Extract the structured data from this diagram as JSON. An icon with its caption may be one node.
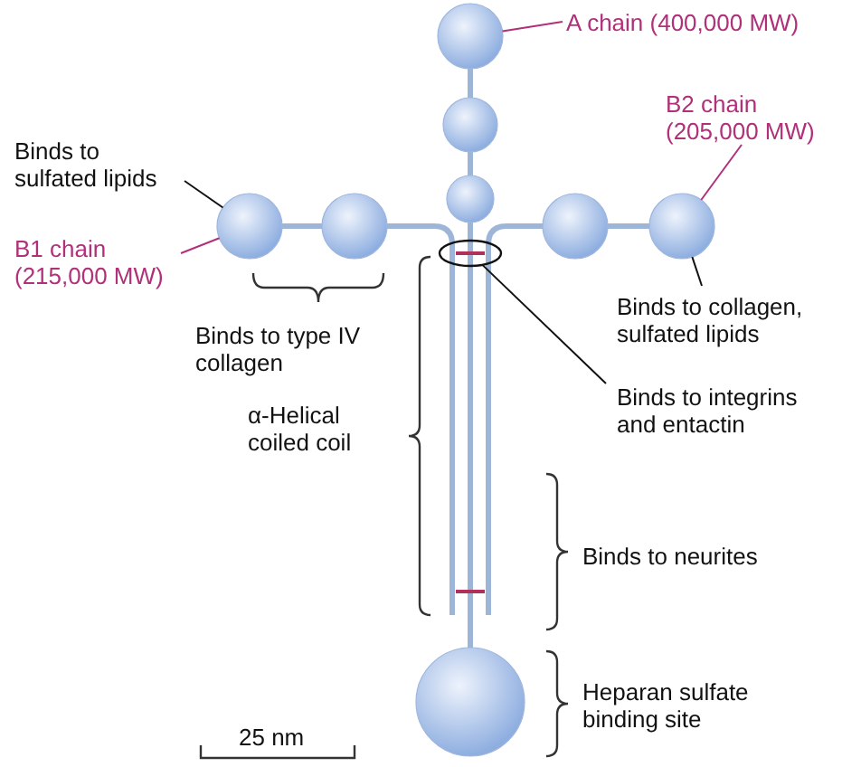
{
  "diagram": {
    "nodes": [
      {
        "text": [
          "Binds to sulfated lipids"
        ]
      },
      {
        "text": [
          "B1 chain (215,000 MW)"
        ]
      },
      {
        "text": [],
        "shape": "circle"
      },
      {
        "text": [
          "A chain (400,000 MW)"
        ]
      },
      {
        "text": [],
        "shape": "circle"
      },
      {
        "text": [
          "B2 chain (205,000 MW)"
        ]
      },
      {
        "text": [],
        "shape": "circle"
      },
      {
        "text": [
          "Binds to collagen, sulfated lipids"
        ]
      },
      {
        "text": [],
        "shape": "ellipse"
      },
      {
        "text": [
          "Binds to integrins and entactin"
        ]
      }
    ],
    "edges": [
      {
        "from": 0,
        "to": 2,
        "arrow": "none"
      },
      {
        "from": 1,
        "to": 2,
        "arrow": "none",
        "color": "#b0307a"
      },
      {
        "from": 3,
        "to": 4,
        "arrow": "none",
        "color": "#b0307a"
      },
      {
        "from": 5,
        "to": 6,
        "arrow": "none",
        "color": "#b0307a"
      },
      {
        "from": 7,
        "to": 6,
        "arrow": "none"
      },
      {
        "from": 9,
        "to": 8,
        "arrow": "none"
      }
    ],
    "labels": [
      "Binds to type IV collagen",
      "α-Helical coiled coil",
      "Binds to neurites",
      "Heparan sulfate binding site",
      "25 nm"
    ]
  }
}
